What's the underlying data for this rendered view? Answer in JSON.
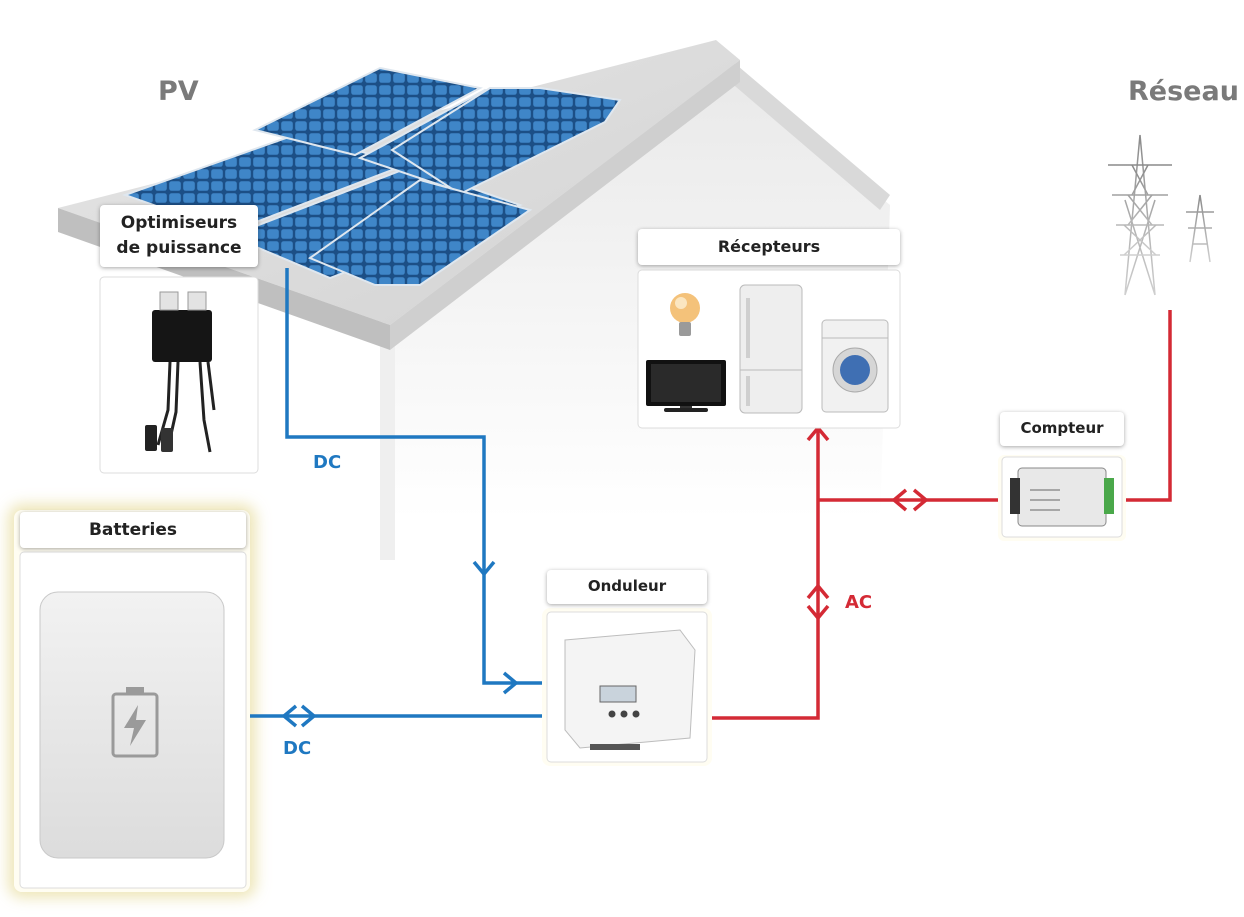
{
  "labels": {
    "pv": "PV",
    "grid": "Réseau",
    "optimizers_line1": "Optimiseurs",
    "optimizers_line2": "de puissance",
    "receivers": "Récepteurs",
    "meter": "Compteur",
    "batteries": "Batteries",
    "inverter": "Onduleur",
    "dc_top": "DC",
    "dc_bottom": "DC",
    "ac": "AC"
  },
  "colors": {
    "dc_line": "#1f78c1",
    "ac_line": "#d42a35",
    "label_gray": "#7a7a7a",
    "glow": "#e8dda0"
  },
  "icons": [
    "solar-panel-icon",
    "optimizer-icon",
    "light-bulb-icon",
    "tv-icon",
    "fridge-icon",
    "washing-machine-icon",
    "meter-icon",
    "battery-icon",
    "inverter-icon",
    "power-pylon-icon"
  ]
}
